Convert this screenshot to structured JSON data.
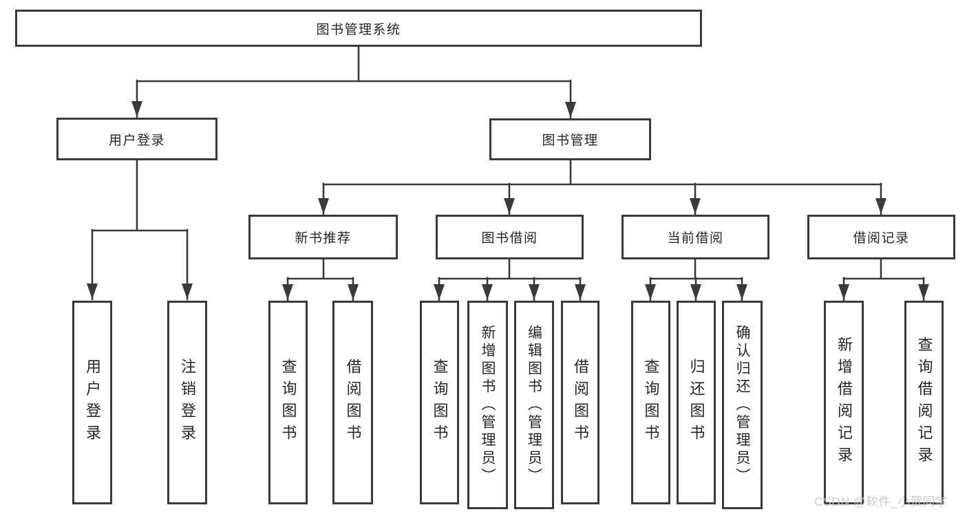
{
  "diagram": {
    "title": "图书管理系统",
    "root": {
      "label": "图书管理系统"
    },
    "branches": [
      {
        "label": "用户登录",
        "children": [
          {
            "label": "用户登录"
          },
          {
            "label": "注销登录"
          }
        ]
      },
      {
        "label": "图书管理",
        "children": [
          {
            "label": "新书推荐",
            "children": [
              {
                "label": "查询图书"
              },
              {
                "label": "借阅图书"
              }
            ]
          },
          {
            "label": "图书借阅",
            "children": [
              {
                "label": "查询图书"
              },
              {
                "label": "新增图书（管理员）"
              },
              {
                "label": "编辑图书（管理员）"
              },
              {
                "label": "借阅图书"
              }
            ]
          },
          {
            "label": "当前借阅",
            "children": [
              {
                "label": "查询图书"
              },
              {
                "label": "归还图书"
              },
              {
                "label": "确认归还（管理员）"
              }
            ]
          },
          {
            "label": "借阅记录",
            "children": [
              {
                "label": "新增借阅记录"
              },
              {
                "label": "查询借阅记录"
              }
            ]
          }
        ]
      }
    ]
  },
  "watermark": {
    "text": "CSDN @软件_小贺同学"
  },
  "colors": {
    "line": "#3a3a3a",
    "box_border": "#3a3a3a",
    "text": "#262626",
    "background": "#ffffff",
    "watermark": "#c7c7c7"
  }
}
